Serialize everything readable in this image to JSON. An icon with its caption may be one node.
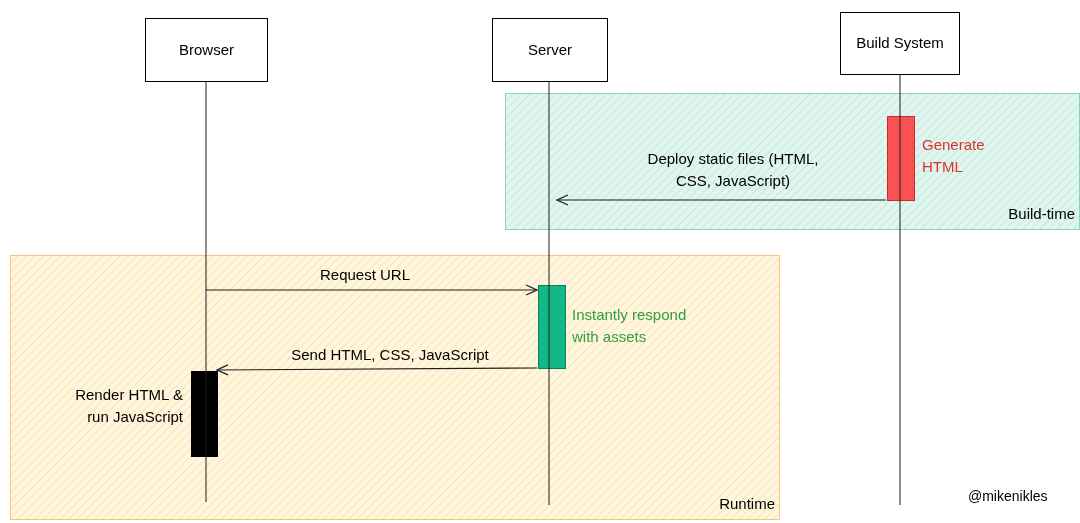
{
  "diagram": {
    "nodes": [
      {
        "text": [
          "Browser"
        ]
      },
      {
        "text": [
          "Server"
        ]
      },
      {
        "text": [
          "Build System"
        ]
      },
      {
        "text": [
          "Build-time"
        ]
      },
      {
        "text": [
          "Runtime"
        ]
      },
      {
        "text": [],
        "shape": "bar",
        "in": 3,
        "beside": [
          "Generate HTML"
        ]
      },
      {
        "text": [],
        "shape": "bar",
        "in": 4,
        "beside": [
          "Instantly respond with assets"
        ]
      },
      {
        "text": [],
        "shape": "bar",
        "in": 4,
        "beside": [
          "Render HTML & run JavaScript"
        ]
      }
    ],
    "edges": [
      {
        "from": 5,
        "to": null,
        "arrow": "to",
        "label": "Deploy static files (HTML, CSS, JavaScript)"
      },
      {
        "from": null,
        "to": 6,
        "arrow": "to",
        "label": "Request URL"
      },
      {
        "from": 6,
        "to": 7,
        "arrow": "to",
        "label": "Send HTML, CSS, JavaScript"
      }
    ],
    "labels": [
      "@mikenikles"
    ]
  }
}
